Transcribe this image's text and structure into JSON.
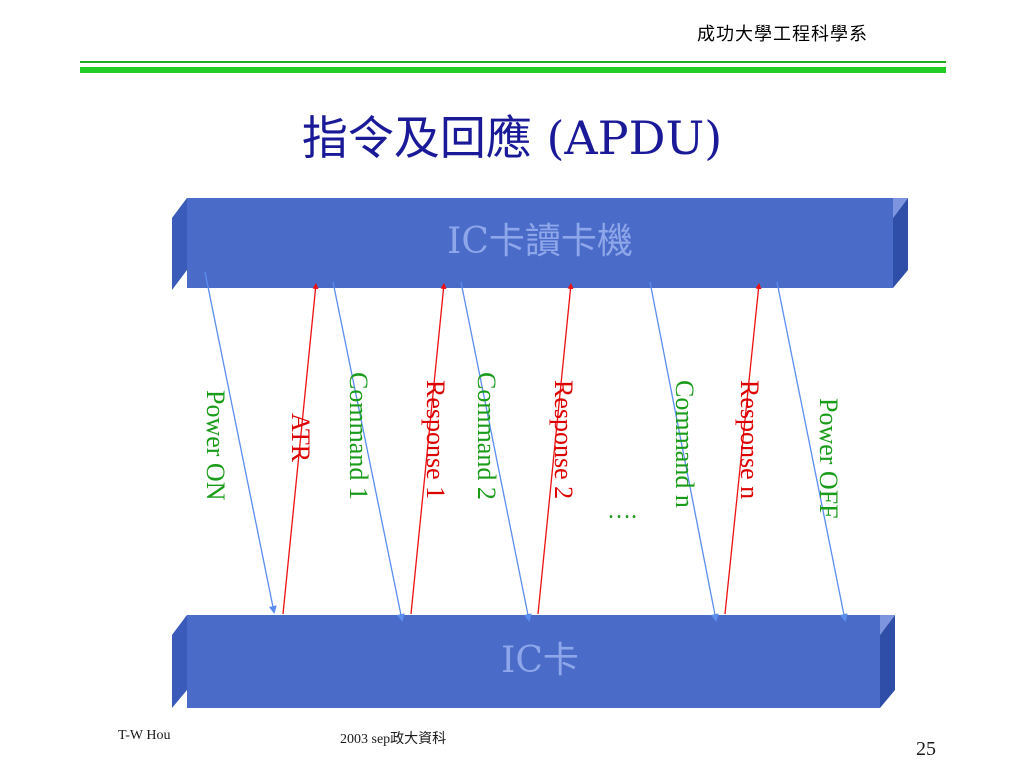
{
  "header": {
    "institution": "成功大學工程科學系"
  },
  "slide": {
    "title": "指令及回應 (APDU)",
    "reader_label": "IC卡讀卡機",
    "card_label": "IC卡",
    "ellipsis": "….",
    "messages": [
      {
        "label": "Power ON",
        "color": "#1a9c1a"
      },
      {
        "label": "ATR",
        "color": "#dd0000"
      },
      {
        "label": "Command 1",
        "color": "#1a9c1a"
      },
      {
        "label": "Response 1",
        "color": "#dd0000"
      },
      {
        "label": "Command 2",
        "color": "#1a9c1a"
      },
      {
        "label": "Response 2",
        "color": "#dd0000"
      },
      {
        "label": "Command n",
        "color": "#1a9c1a"
      },
      {
        "label": "Response n",
        "color": "#dd0000"
      },
      {
        "label": "Power OFF",
        "color": "#1a9c1a"
      }
    ],
    "colors": {
      "box": "#4a6cc8",
      "command_arrow": "#5b8def",
      "response_arrow": "#ee1111",
      "title": "#1a1a99"
    }
  },
  "footer": {
    "author": "T-W Hou",
    "course": "2003 sep政大資科",
    "page": "25"
  }
}
